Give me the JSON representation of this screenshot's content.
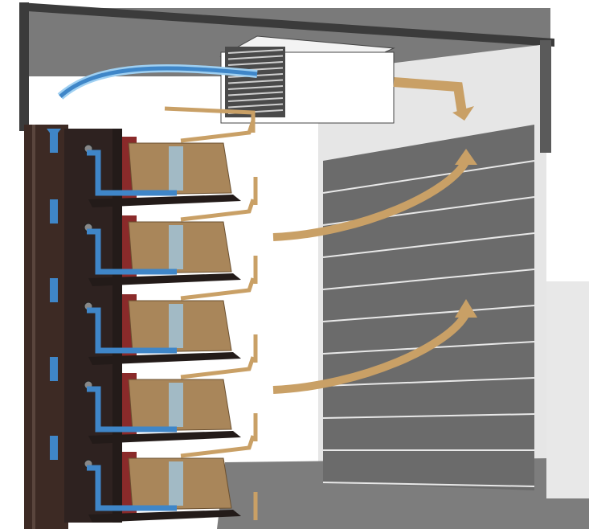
{
  "diagram": {
    "subject": "storage-room-airflow",
    "tiers": 5,
    "door_slats": 10,
    "colors": {
      "frame": "#3b3b3b",
      "ceiling": "#7a7a7a",
      "back_wall": "#ffffff",
      "side_wall": "#e6e6e6",
      "door": "#6b6b6b",
      "floor": "#7d7d7d",
      "left_wall": "#3d2a24",
      "shelf": "#231b19",
      "crate": "#a9865a",
      "crate_back": "#8a2a2a",
      "cold_air": "#3f86c8",
      "cold_air_light": "#9fd0f2",
      "warm_air": "#c9a066",
      "ac_unit": "#ffffff",
      "ac_grille": "#4a4a4a"
    }
  }
}
